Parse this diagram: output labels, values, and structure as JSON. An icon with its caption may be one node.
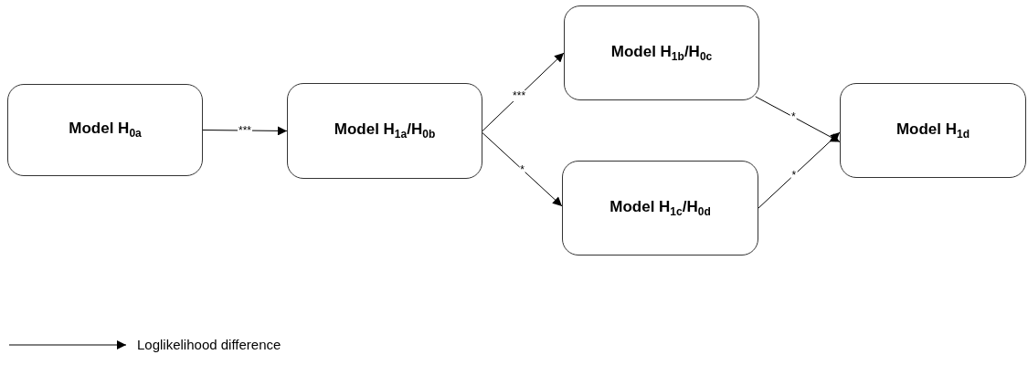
{
  "diagram": {
    "nodes": [
      {
        "text": [
          "Model H$_{0a}$"
        ]
      },
      {
        "text": [
          "Model H$_{1a}$/H$_{0b}$"
        ]
      },
      {
        "text": [
          "Model H$_{1b}$/H$_{0c}$"
        ]
      },
      {
        "text": [
          "Model H$_{1c}$/H$_{0d}$"
        ]
      },
      {
        "text": [
          "Model H$_{1d}$"
        ]
      }
    ],
    "edges": [
      {
        "from": 0,
        "to": 1,
        "arrow": "to",
        "label": "***"
      },
      {
        "from": 1,
        "to": 2,
        "arrow": "to",
        "label": "***"
      },
      {
        "from": 1,
        "to": 3,
        "arrow": "to",
        "label": "*"
      },
      {
        "from": 2,
        "to": 4,
        "arrow": "to",
        "label": "*"
      },
      {
        "from": 3,
        "to": 4,
        "arrow": "to",
        "label": "*"
      }
    ],
    "legend": [
      {
        "text": "Loglikelihood difference"
      }
    ]
  }
}
